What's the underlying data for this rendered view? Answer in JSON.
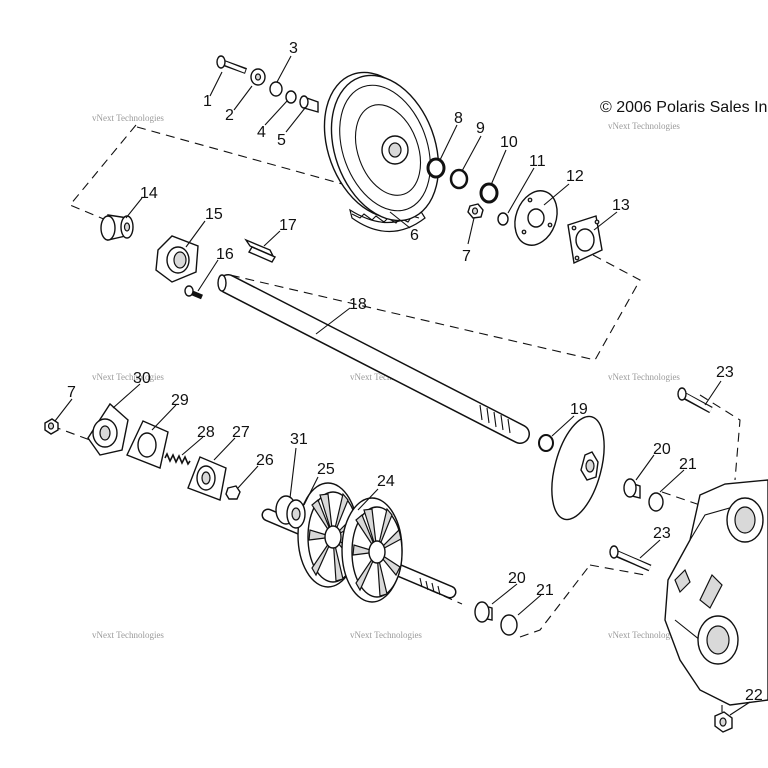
{
  "copyright": "© 2006 Polaris Sales In",
  "watermark": "vNext Technologies",
  "callouts": [
    "1",
    "2",
    "3",
    "4",
    "5",
    "6",
    "7",
    "8",
    "9",
    "10",
    "11",
    "12",
    "13",
    "14",
    "15",
    "16",
    "17",
    "18",
    "7",
    "30",
    "29",
    "28",
    "27",
    "26",
    "31",
    "25",
    "24",
    "19",
    "20",
    "21",
    "23",
    "20",
    "21",
    "23",
    "22"
  ]
}
